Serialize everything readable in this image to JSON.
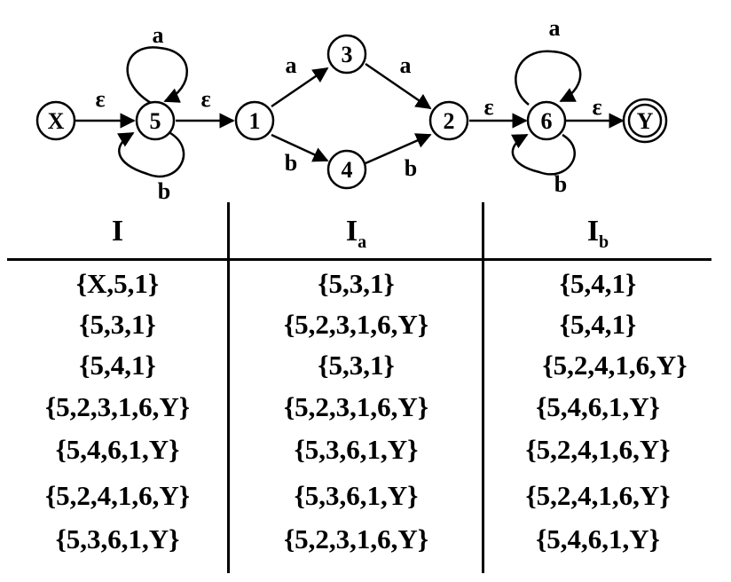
{
  "automaton": {
    "states": [
      {
        "id": "X",
        "label": "X",
        "accepting": false
      },
      {
        "id": "5",
        "label": "5",
        "accepting": false
      },
      {
        "id": "1",
        "label": "1",
        "accepting": false
      },
      {
        "id": "3",
        "label": "3",
        "accepting": false
      },
      {
        "id": "4",
        "label": "4",
        "accepting": false
      },
      {
        "id": "2",
        "label": "2",
        "accepting": false
      },
      {
        "id": "6",
        "label": "6",
        "accepting": false
      },
      {
        "id": "Y",
        "label": "Y",
        "accepting": true
      }
    ],
    "transitions": [
      {
        "id": "t-x5",
        "from": "X",
        "to": "5",
        "label": "ε"
      },
      {
        "id": "t-5a",
        "from": "5",
        "to": "5",
        "label": "a"
      },
      {
        "id": "t-5b",
        "from": "5",
        "to": "5",
        "label": "b"
      },
      {
        "id": "t-51",
        "from": "5",
        "to": "1",
        "label": "ε"
      },
      {
        "id": "t-13",
        "from": "1",
        "to": "3",
        "label": "a"
      },
      {
        "id": "t-14",
        "from": "1",
        "to": "4",
        "label": "b"
      },
      {
        "id": "t-32",
        "from": "3",
        "to": "2",
        "label": "a"
      },
      {
        "id": "t-42",
        "from": "4",
        "to": "2",
        "label": "b"
      },
      {
        "id": "t-26",
        "from": "2",
        "to": "6",
        "label": "ε"
      },
      {
        "id": "t-6a",
        "from": "6",
        "to": "6",
        "label": "a"
      },
      {
        "id": "t-6b",
        "from": "6",
        "to": "6",
        "label": "b"
      },
      {
        "id": "t-6y",
        "from": "6",
        "to": "Y",
        "label": "ε"
      }
    ]
  },
  "table": {
    "headers": [
      {
        "main": "I",
        "sub": ""
      },
      {
        "main": "I",
        "sub": "a"
      },
      {
        "main": "I",
        "sub": "b"
      }
    ],
    "rows": [
      [
        "{X,5,1}",
        "{5,3,1}",
        "{5,4,1}"
      ],
      [
        "{5,3,1}",
        "{5,2,3,1,6,Y}",
        "{5,4,1}"
      ],
      [
        "{5,4,1}",
        "{5,3,1}",
        "{5,2,4,1,6,Y}"
      ],
      [
        "{5,2,3,1,6,Y}",
        "{5,2,3,1,6,Y}",
        "{5,4,6,1,Y}"
      ],
      [
        "{5,4,6,1,Y}",
        "{5,3,6,1,Y}",
        "{5,2,4,1,6,Y}"
      ],
      [
        "{5,2,4,1,6,Y}",
        "{5,3,6,1,Y}",
        "{5,2,4,1,6,Y}"
      ],
      [
        "{5,3,6,1,Y}",
        "{5,2,3,1,6,Y}",
        "{5,4,6,1,Y}"
      ]
    ]
  }
}
